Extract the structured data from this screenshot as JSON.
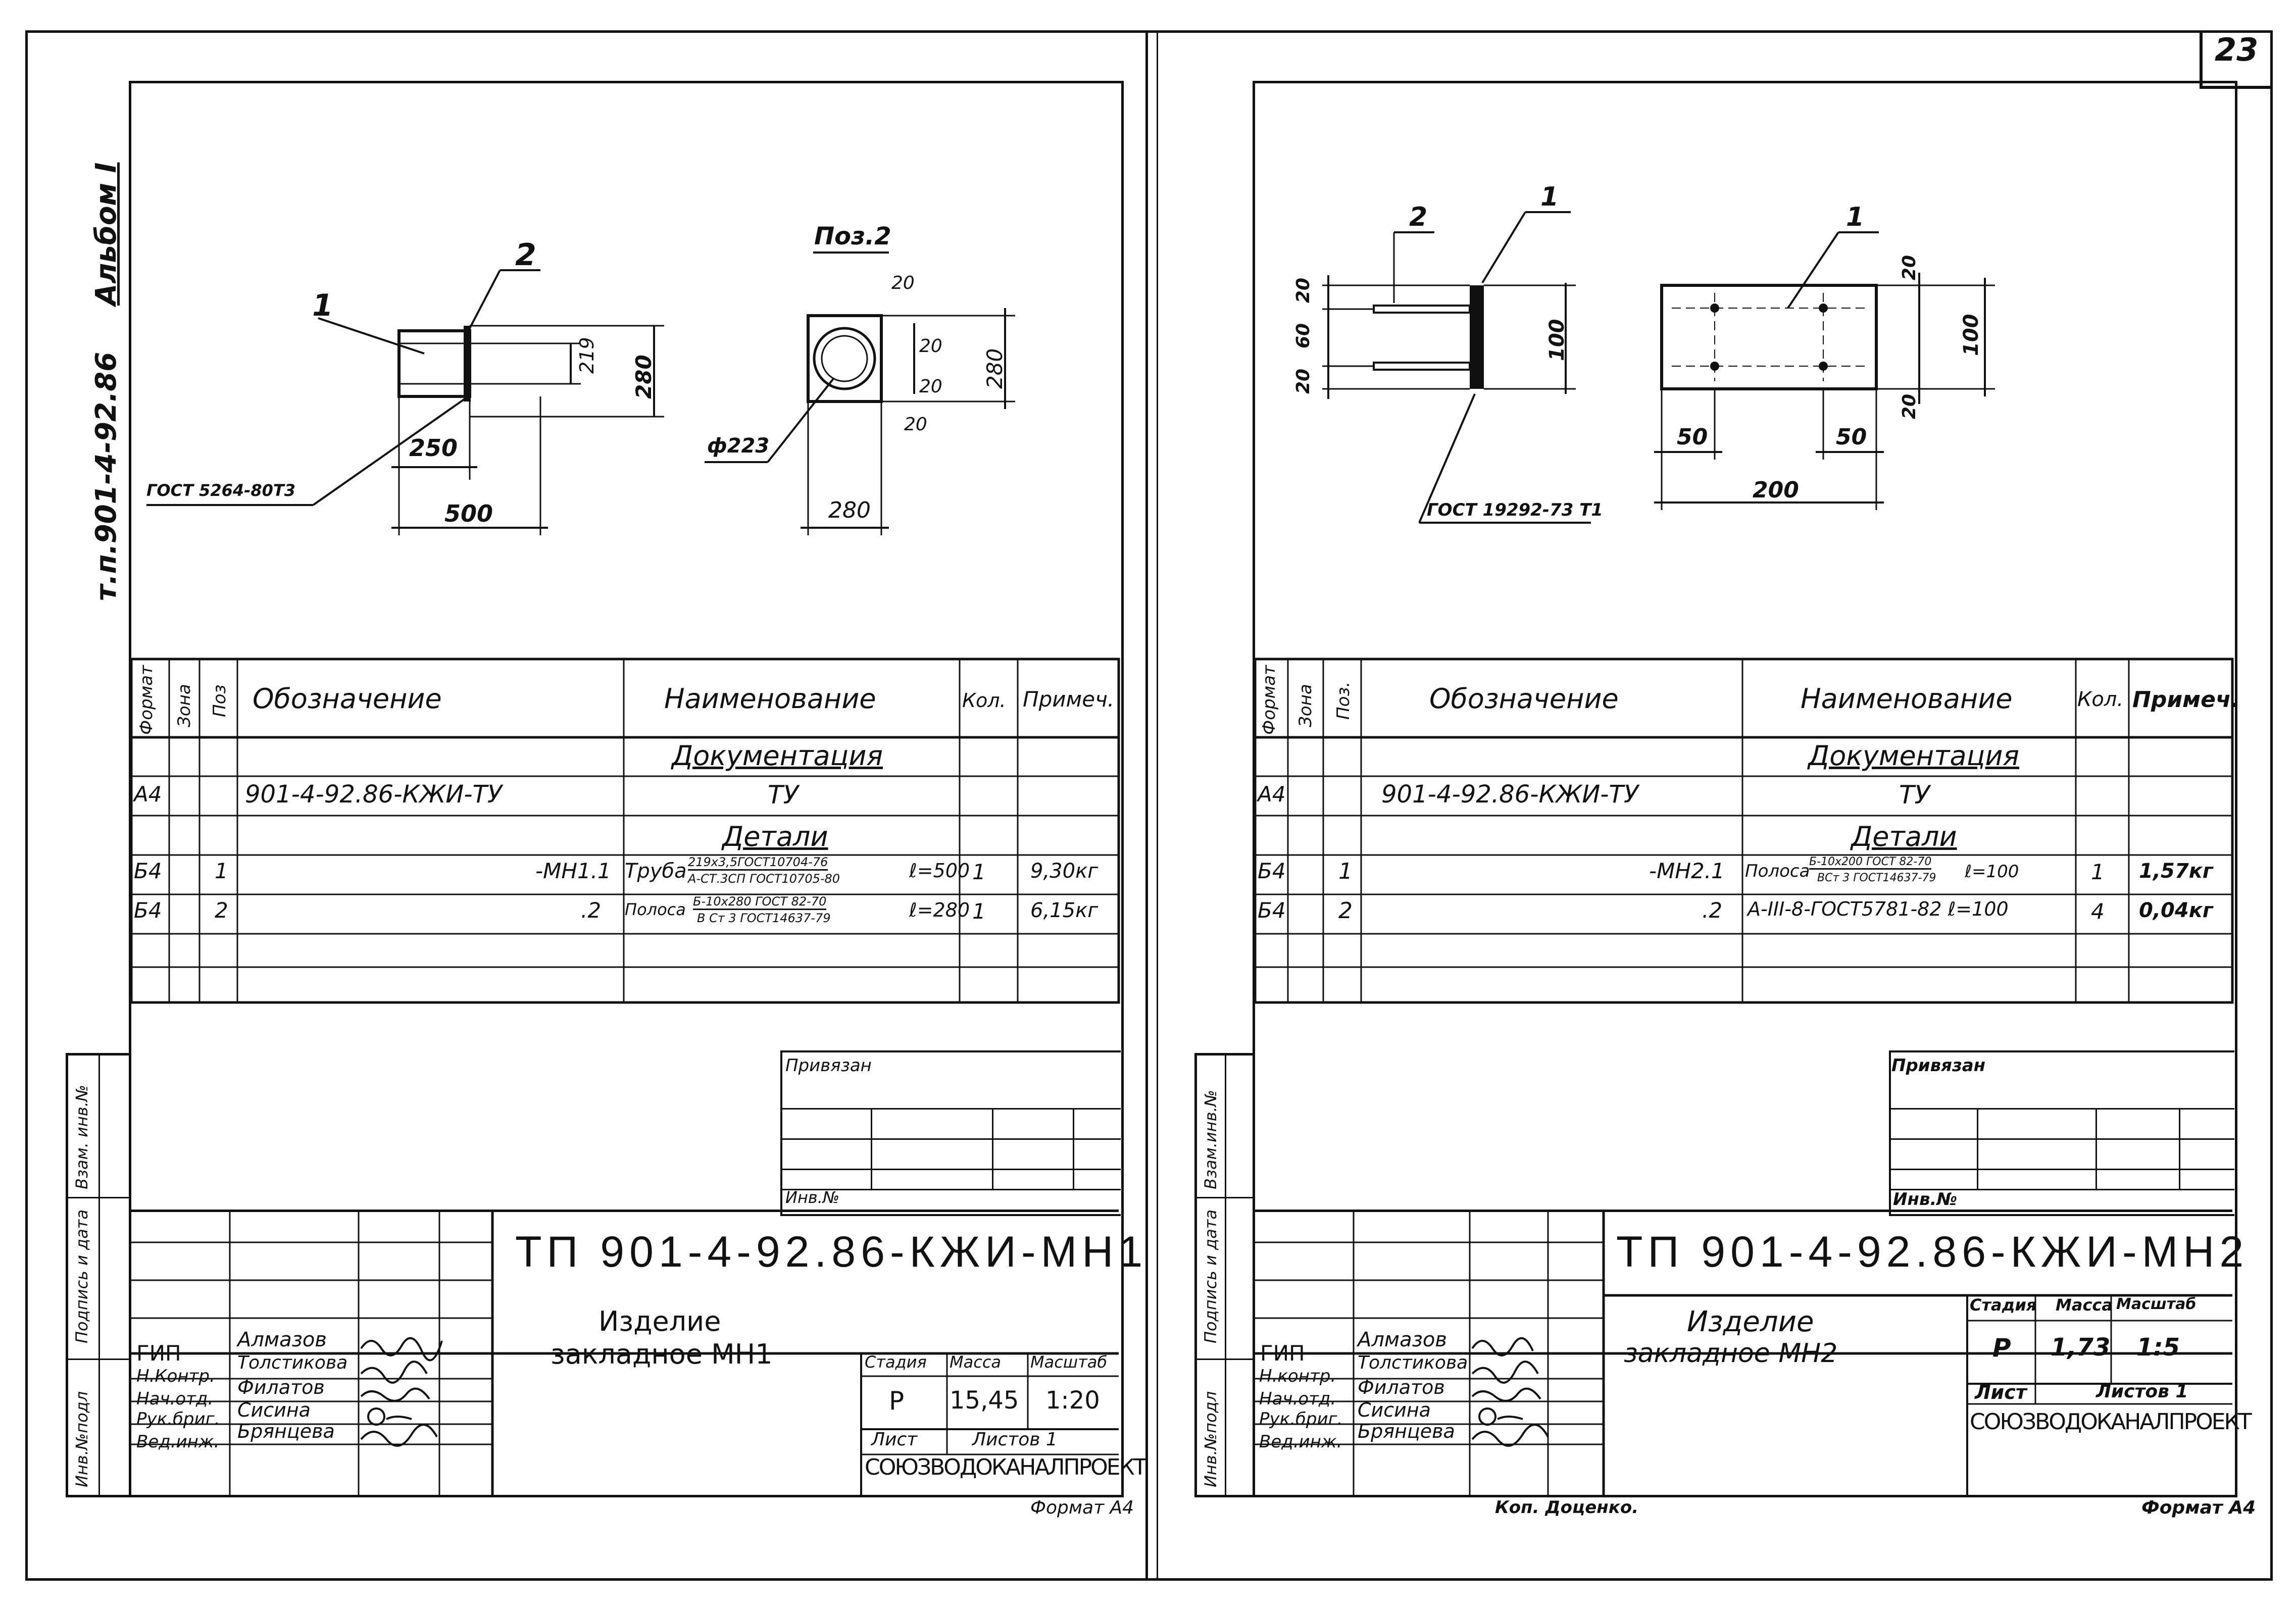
{
  "page_number": "23",
  "album_label": "Альбом I",
  "series_label": "т.п.901-4-92.86",
  "left": {
    "drawing": {
      "callout_1": "1",
      "callout_2": "2",
      "dim_219": "219",
      "dim_280": "280",
      "dim_250": "250",
      "dim_500": "500",
      "weld_note": "ГОСТ 5264-80Т3",
      "pos2_title": "Поз.2",
      "pos2_dim_20a": "20",
      "pos2_dim_20b": "20",
      "pos2_dim_20c": "20",
      "pos2_dim_20d": "20",
      "pos2_dim_280v": "280",
      "pos2_dim_280h": "280",
      "pos2_diameter": "ф223"
    },
    "spec": {
      "headers": {
        "format": "Формат",
        "zone": "Зона",
        "pos": "Поз",
        "designation": "Обозначение",
        "name": "Наименование",
        "qty": "Кол.",
        "note": "Примеч."
      },
      "section_docs": "Документация",
      "doc_row": {
        "format": "А4",
        "designation": "901-4-92.86-КЖИ-ТУ",
        "name": "ТУ"
      },
      "section_parts": "Детали",
      "rows": [
        {
          "format": "Б4",
          "pos": "1",
          "designation": "-МН1.1",
          "name": "Труба",
          "spec_top": "219х3,5ГОСТ10704-76",
          "spec_bottom": "А-СТ.3СП ГОСТ10705-80",
          "length": "ℓ=500",
          "qty": "1",
          "note": "9,30кг"
        },
        {
          "format": "Б4",
          "pos": "2",
          "designation": ".2",
          "name": "Полоса",
          "spec_top": "Б-10х280 ГОСТ 82-70",
          "spec_bottom": "В Ст 3 ГОСТ14637-79",
          "length": "ℓ=280",
          "qty": "1",
          "note": "6,15кг"
        }
      ]
    },
    "side_stamp": [
      "Инв.№подл",
      "Подпись и дата",
      "Взам. инв.№"
    ],
    "privyazan": "Привязан",
    "inv_no": "Инв.№",
    "title_block": {
      "code": "ТП 901-4-92.86-КЖИ-МН1",
      "item_line1": "Изделие",
      "item_line2": "закладное МН1",
      "stage_label": "Стадия",
      "mass_label": "Масса",
      "scale_label": "Масштаб",
      "stage": "Р",
      "mass": "15,45",
      "scale": "1:20",
      "sheet_label": "Лист",
      "sheets_label": "Листов 1",
      "org": "СОЮЗВОДОКАНАЛПРОЕКТ",
      "people": [
        {
          "role": "ГИП",
          "name": "Алмазов"
        },
        {
          "role": "Н.Контр.",
          "name": "Толстикова"
        },
        {
          "role": "Нач.отд.",
          "name": "Филатов"
        },
        {
          "role": "Рук.бриг.",
          "name": "Сисина"
        },
        {
          "role": "Вед.инж.",
          "name": "Брянцева"
        }
      ]
    },
    "format": "Формат А4"
  },
  "right": {
    "drawing": {
      "callout_1a": "1",
      "callout_2": "2",
      "callout_1b": "1",
      "dim_20a": "20",
      "dim_60": "60",
      "dim_20b": "20",
      "dim_100a": "100",
      "weld_note": "ГОСТ 19292-73 Т1",
      "dim_20c": "20",
      "dim_20d": "20",
      "dim_100b": "100",
      "dim_50a": "50",
      "dim_50b": "50",
      "dim_200": "200"
    },
    "spec": {
      "headers": {
        "format": "Формат",
        "zone": "Зона",
        "pos": "Поз.",
        "designation": "Обозначение",
        "name": "Наименование",
        "qty": "Кол.",
        "note": "Примеч."
      },
      "section_docs": "Документация",
      "doc_row": {
        "format": "А4",
        "designation": "901-4-92.86-КЖИ-ТУ",
        "name": "ТУ"
      },
      "section_parts": "Детали",
      "rows": [
        {
          "format": "Б4",
          "pos": "1",
          "designation": "-МН2.1",
          "name": "Полоса",
          "spec_top": "Б-10х200 ГОСТ 82-70",
          "spec_bottom": "ВСт 3 ГОСТ14637-79",
          "length": "ℓ=100",
          "qty": "1",
          "note": "1,57кг"
        },
        {
          "format": "Б4",
          "pos": "2",
          "designation": ".2",
          "name": "А-III-8-ГОСТ5781-82 ℓ=100",
          "spec_top": "",
          "spec_bottom": "",
          "length": "",
          "qty": "4",
          "note": "0,04кг"
        }
      ]
    },
    "side_stamp": [
      "Инв.№подл",
      "Подпись и дата",
      "Взам.инв.№"
    ],
    "privyazan": "Привязан",
    "inv_no": "Инв.№",
    "title_block": {
      "code": "ТП 901-4-92.86-КЖИ-МН2",
      "item_line1": "Изделие",
      "item_line2": "закладное МН2",
      "stage_label": "Стадия",
      "mass_label": "Масса",
      "scale_label": "Масштаб",
      "stage": "Р",
      "mass": "1,73",
      "scale": "1:5",
      "sheet_label": "Лист",
      "sheets_label": "Листов 1",
      "org": "СОЮЗВОДОКАНАЛПРОЕКТ",
      "people": [
        {
          "role": "ГИП",
          "name": "Алмазов"
        },
        {
          "role": "Н.контр.",
          "name": "Толстикова"
        },
        {
          "role": "Нач.отд.",
          "name": "Филатов"
        },
        {
          "role": "Рук.бриг.",
          "name": "Сисина"
        },
        {
          "role": "Вед.инж.",
          "name": "Брянцева"
        }
      ]
    },
    "copied_by": "Коп. Доценко.",
    "format": "Формат А4"
  }
}
